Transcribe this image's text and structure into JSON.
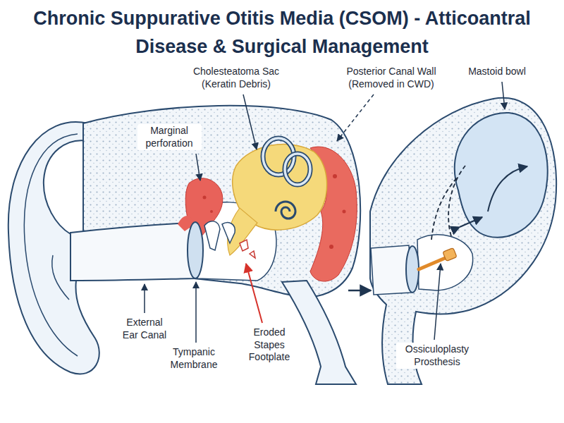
{
  "diagram": {
    "title": "Chronic Suppurative Otitis Media (CSOM) - Atticoantral Disease & Surgical Management",
    "labels": [
      "Cholesteatoma Sac (Keratin Debris)",
      "Posterior Canal Wall (Removed in CWD)",
      "Mastoid bowl",
      "Marginal perforation",
      "External Ear Canal",
      "Eroded Stapes Footplate",
      "Tympanic Membrane",
      "Ossiculoplasty Prosthesis"
    ]
  }
}
